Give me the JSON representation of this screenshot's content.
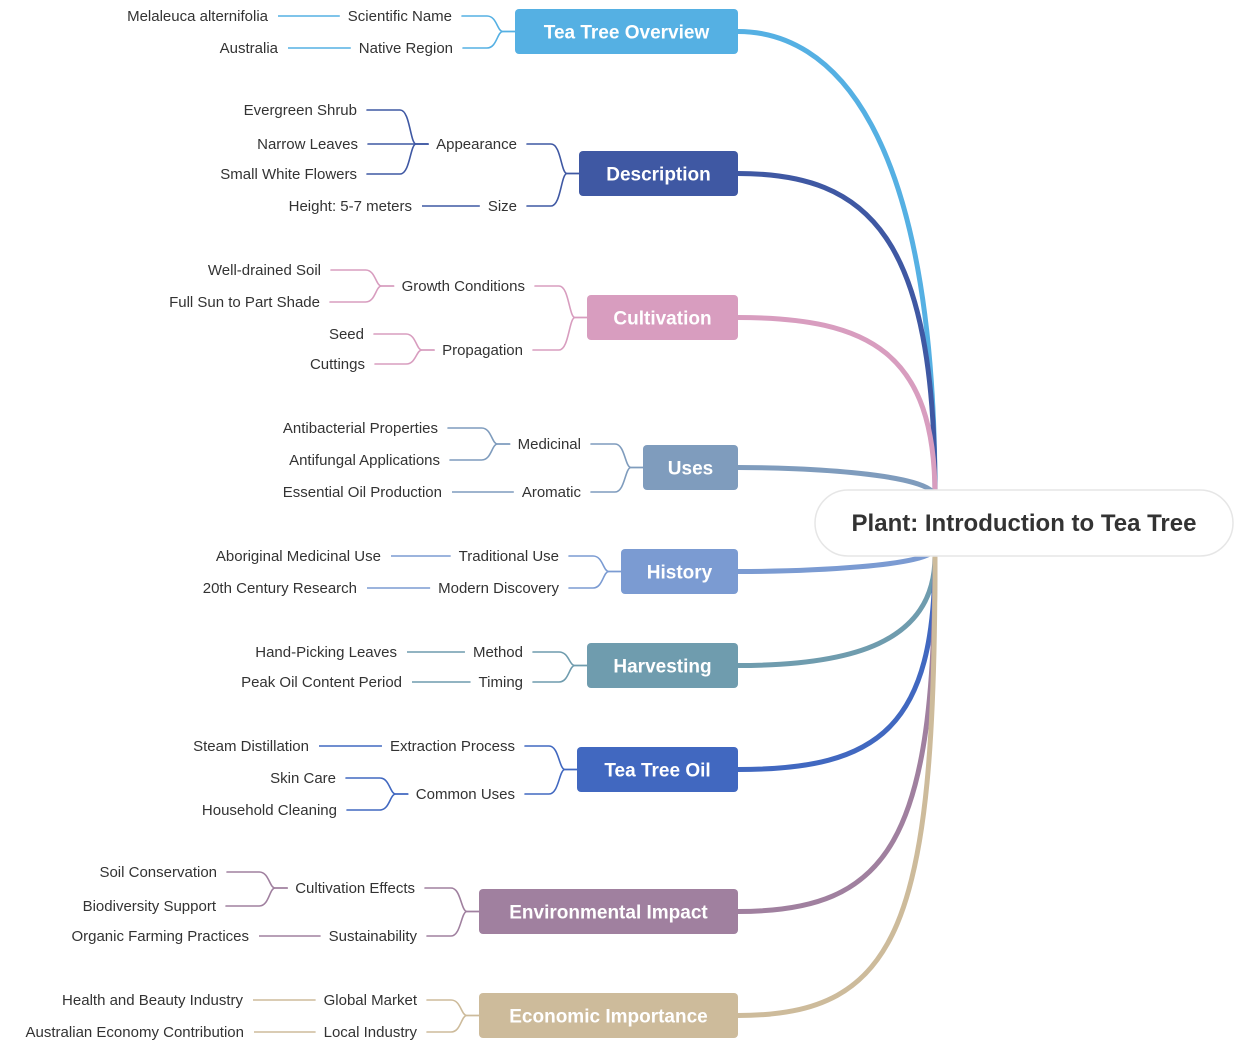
{
  "root": {
    "label": "Plant: Introduction to Tea Tree"
  },
  "branches": [
    {
      "label": "Tea Tree Overview",
      "color": "#55b0e3",
      "children": [
        {
          "label": "Scientific Name",
          "children": [
            {
              "label": "Melaleuca alternifolia"
            }
          ]
        },
        {
          "label": "Native Region",
          "children": [
            {
              "label": "Australia"
            }
          ]
        }
      ]
    },
    {
      "label": "Description",
      "color": "#3f58a3",
      "children": [
        {
          "label": "Appearance",
          "children": [
            {
              "label": "Evergreen Shrub"
            },
            {
              "label": "Narrow Leaves"
            },
            {
              "label": "Small White Flowers"
            }
          ]
        },
        {
          "label": "Size",
          "children": [
            {
              "label": "Height: 5-7 meters"
            }
          ]
        }
      ]
    },
    {
      "label": "Cultivation",
      "color": "#d89dbf",
      "children": [
        {
          "label": "Growth Conditions",
          "children": [
            {
              "label": "Well-drained Soil"
            },
            {
              "label": "Full Sun to Part Shade"
            }
          ]
        },
        {
          "label": "Propagation",
          "children": [
            {
              "label": "Seed"
            },
            {
              "label": "Cuttings"
            }
          ]
        }
      ]
    },
    {
      "label": "Uses",
      "color": "#7f9cbd",
      "children": [
        {
          "label": "Medicinal",
          "children": [
            {
              "label": "Antibacterial Properties"
            },
            {
              "label": "Antifungal Applications"
            }
          ]
        },
        {
          "label": "Aromatic",
          "children": [
            {
              "label": "Essential Oil Production"
            }
          ]
        }
      ]
    },
    {
      "label": "History",
      "color": "#7b9bd2",
      "children": [
        {
          "label": "Traditional Use",
          "children": [
            {
              "label": "Aboriginal Medicinal Use"
            }
          ]
        },
        {
          "label": "Modern Discovery",
          "children": [
            {
              "label": "20th Century Research"
            }
          ]
        }
      ]
    },
    {
      "label": "Harvesting",
      "color": "#6f9cae",
      "children": [
        {
          "label": "Method",
          "children": [
            {
              "label": "Hand-Picking Leaves"
            }
          ]
        },
        {
          "label": "Timing",
          "children": [
            {
              "label": "Peak Oil Content Period"
            }
          ]
        }
      ]
    },
    {
      "label": "Tea Tree Oil",
      "color": "#4168c0",
      "children": [
        {
          "label": "Extraction Process",
          "children": [
            {
              "label": "Steam Distillation"
            }
          ]
        },
        {
          "label": "Common Uses",
          "children": [
            {
              "label": "Skin Care"
            },
            {
              "label": "Household Cleaning"
            }
          ]
        }
      ]
    },
    {
      "label": "Environmental Impact",
      "color": "#a0809f",
      "children": [
        {
          "label": "Cultivation Effects",
          "children": [
            {
              "label": "Soil Conservation"
            },
            {
              "label": "Biodiversity Support"
            }
          ]
        },
        {
          "label": "Sustainability",
          "children": [
            {
              "label": "Organic Farming Practices"
            }
          ]
        }
      ]
    },
    {
      "label": "Economic Importance",
      "color": "#cdbb9b",
      "children": [
        {
          "label": "Global Market",
          "children": [
            {
              "label": "Health and Beauty Industry"
            }
          ]
        },
        {
          "label": "Local Industry",
          "children": [
            {
              "label": "Australian Economy Contribution"
            }
          ]
        }
      ]
    }
  ]
}
